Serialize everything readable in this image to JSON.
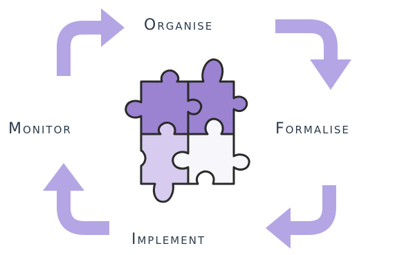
{
  "labels": {
    "top": "Organise",
    "right": "Formalise",
    "bottom": "Implement",
    "left": "Monitor"
  },
  "colors": {
    "arrow": "#b4a6e4",
    "piece_dark": "#9b83d1",
    "piece_light": "#d7ccef",
    "piece_white": "#f7f6fb",
    "outline": "#2a2a2a",
    "text": "#2b3a4a"
  }
}
